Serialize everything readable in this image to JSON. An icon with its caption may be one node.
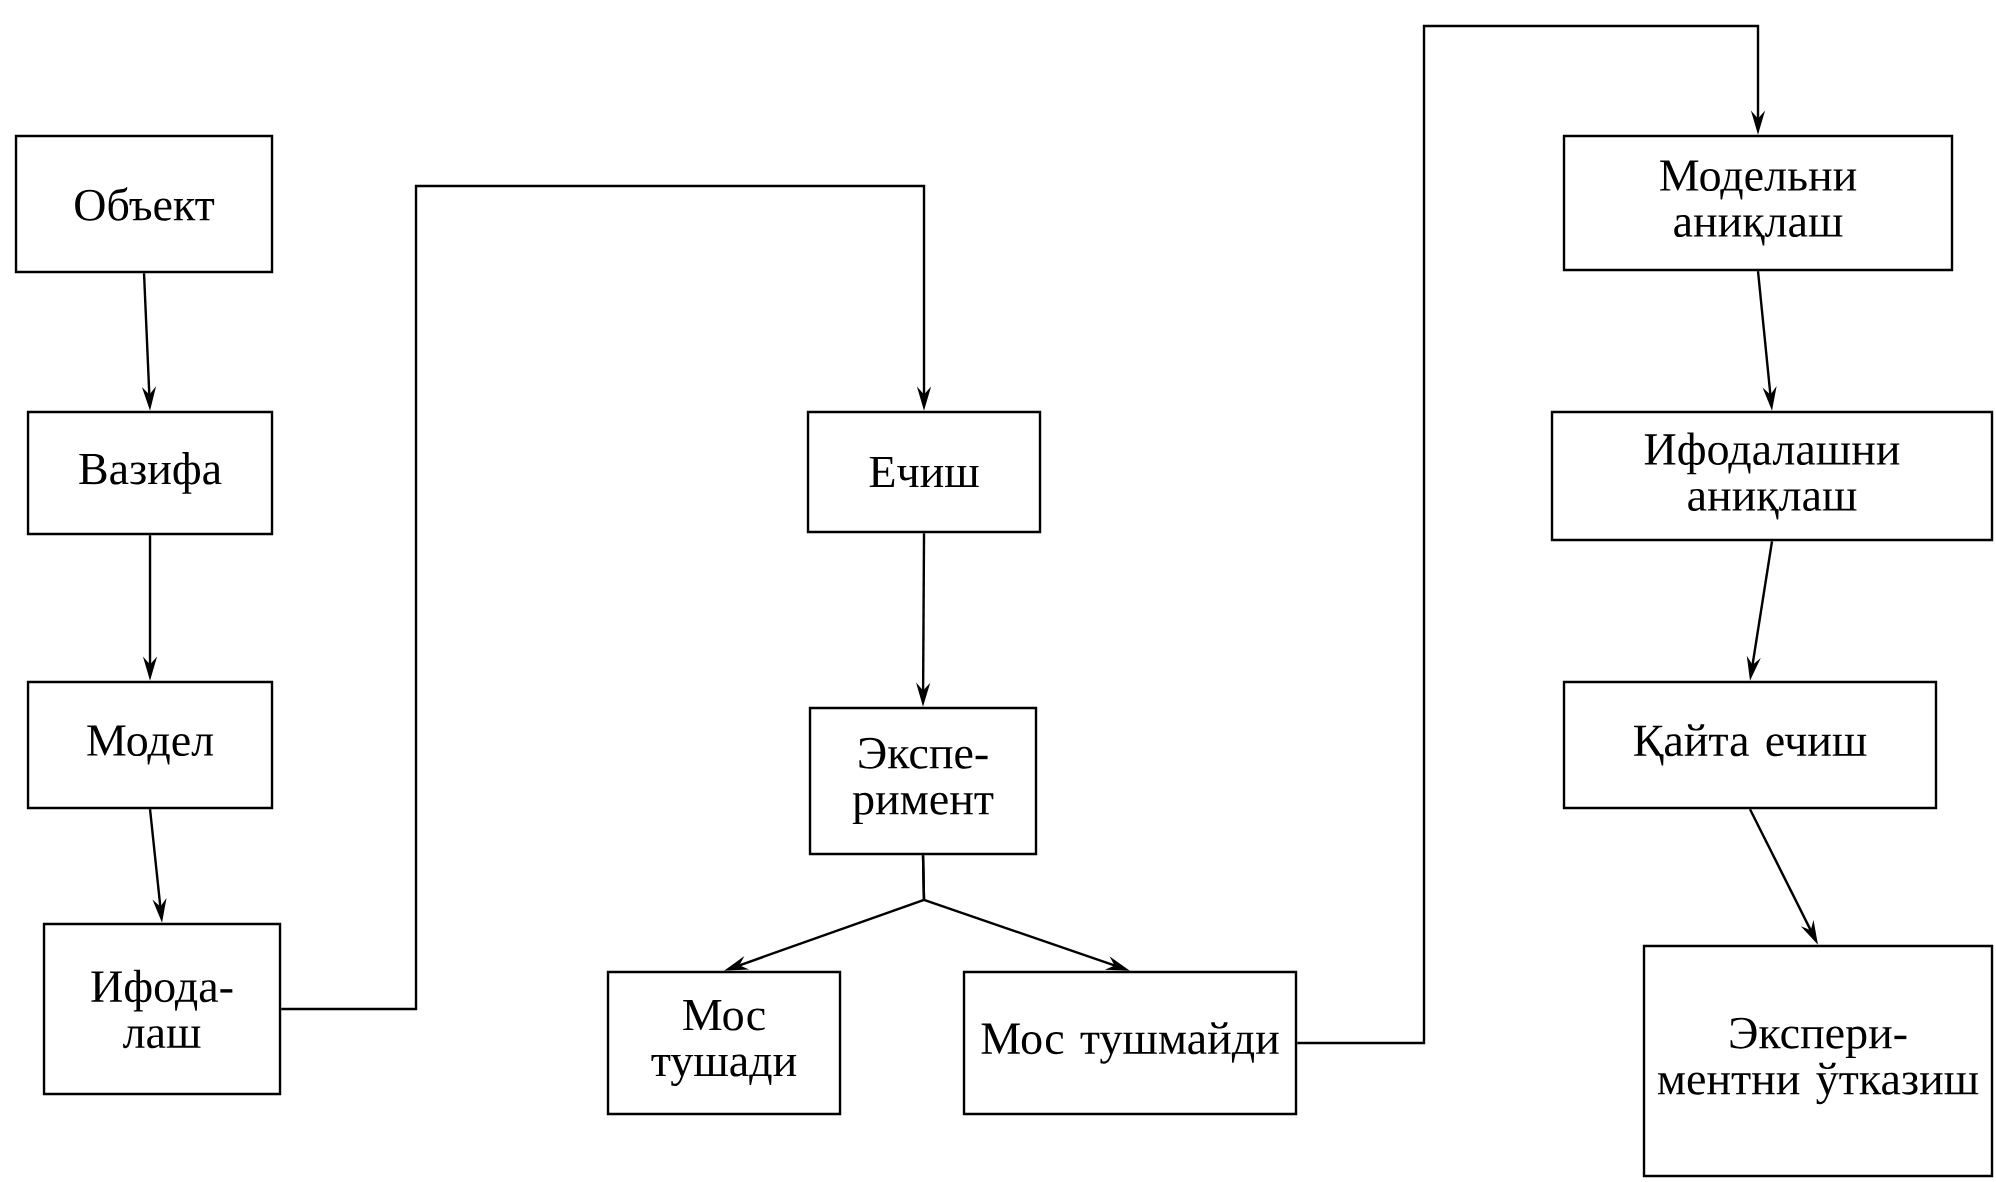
{
  "diagram": {
    "nodes": [
      {
        "text": [
          "Объект"
        ]
      },
      {
        "text": [
          "Вазифа"
        ]
      },
      {
        "text": [
          "Модел"
        ]
      },
      {
        "text": [
          "Ифода- лаш"
        ]
      },
      {
        "text": [
          "Ечиш"
        ]
      },
      {
        "text": [
          "Экспе- римент"
        ]
      },
      {
        "text": [
          "Мос тушади"
        ]
      },
      {
        "text": [
          "Мос тушмайди"
        ]
      },
      {
        "text": [
          "Модельни аниқлаш"
        ]
      },
      {
        "text": [
          "Ифодалашни аниқлаш"
        ]
      },
      {
        "text": [
          "Қайта ечиш"
        ]
      },
      {
        "text": [
          "Экспери- ментни ўтказиш"
        ]
      }
    ],
    "edges": [
      {
        "from": 0,
        "to": 1,
        "arrow": "to"
      },
      {
        "from": 1,
        "to": 2,
        "arrow": "to"
      },
      {
        "from": 2,
        "to": 3,
        "arrow": "to"
      },
      {
        "from": 3,
        "to": 4,
        "arrow": "to"
      },
      {
        "from": 4,
        "to": 5,
        "arrow": "to"
      },
      {
        "from": 5,
        "to": 6,
        "arrow": "to"
      },
      {
        "from": 5,
        "to": 7,
        "arrow": "to"
      },
      {
        "from": 7,
        "to": 8,
        "arrow": "to"
      },
      {
        "from": 8,
        "to": 9,
        "arrow": "to"
      },
      {
        "from": 9,
        "to": 10,
        "arrow": "to"
      },
      {
        "from": 10,
        "to": 11,
        "arrow": "to"
      }
    ]
  }
}
